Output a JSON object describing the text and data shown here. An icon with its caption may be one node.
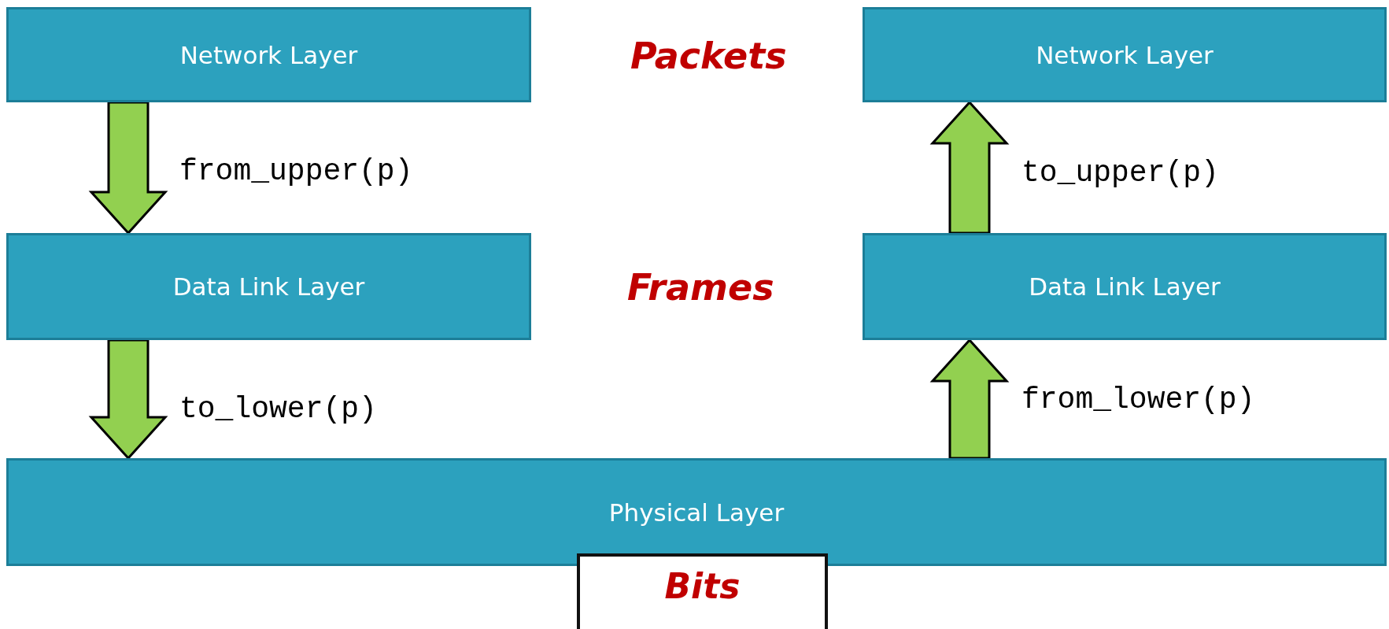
{
  "diagram": {
    "nodes": [
      {
        "text": [
          "Network Layer"
        ]
      },
      {
        "text": [
          "Network Layer"
        ]
      },
      {
        "text": [
          "Data Link Layer"
        ]
      },
      {
        "text": [
          "Data Link Layer"
        ]
      },
      {
        "text": [
          "Physical Layer"
        ]
      },
      {
        "text": [
          "Bits"
        ]
      }
    ],
    "edges": [
      {
        "from": 0,
        "to": 2,
        "arrow": "to",
        "label": "from_upper(p)"
      },
      {
        "from": 2,
        "to": 4,
        "arrow": "to",
        "label": "to_lower(p)"
      },
      {
        "from": 4,
        "to": 3,
        "arrow": "to",
        "label": "from_lower(p)"
      },
      {
        "from": 3,
        "to": 1,
        "arrow": "to",
        "label": "to_upper(p)"
      }
    ],
    "labels": [
      "Packets",
      "Frames"
    ]
  }
}
